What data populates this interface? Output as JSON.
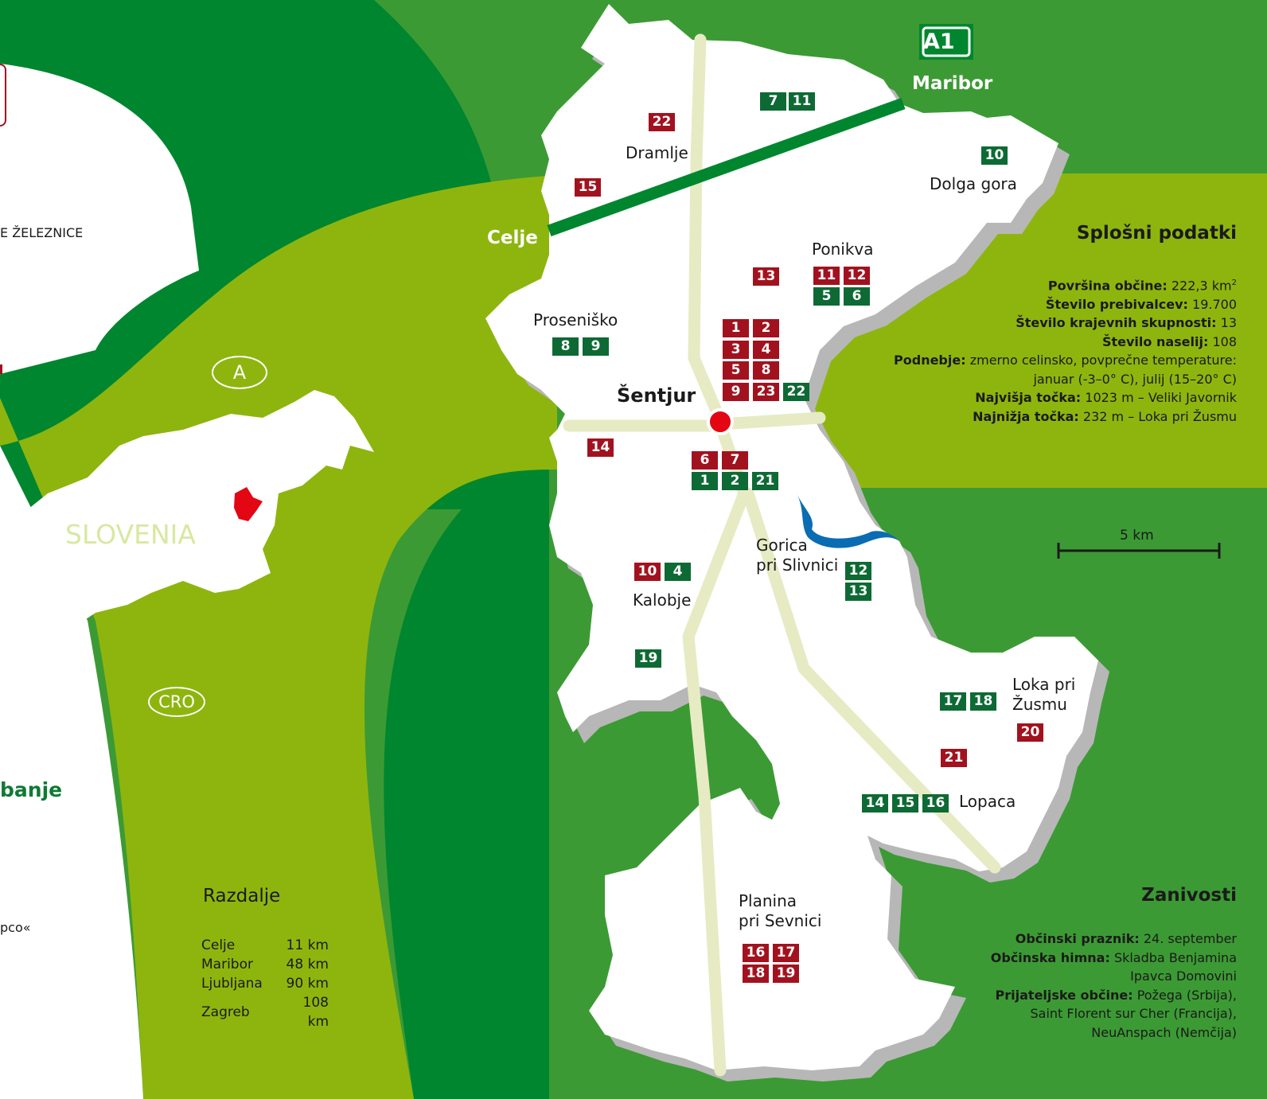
{
  "map": {
    "colors": {
      "white_panel": "#ffffff",
      "dark_green": "#00862f",
      "light_green": "#8eb50e",
      "mid_green": "#3c9a34",
      "road": "#e6ebc4",
      "highway": "#00862f",
      "town_dot": "#e30613",
      "red_badge": "#a2121e",
      "green_badge": "#0e6a34",
      "lake": "#0a6cb3"
    },
    "highway_sign": "A1",
    "cities": {
      "maribor": "Maribor",
      "celje": "Celje"
    },
    "center": "Šentjur",
    "towns": {
      "dramlje": "Dramlje",
      "dolga_gora": "Dolga gora",
      "ponikva": "Ponikva",
      "prosenisko": "Proseniško",
      "gorica_1": "Gorica",
      "gorica_2": "pri Slivnici",
      "kalobje": "Kalobje",
      "loka_1": "Loka pri",
      "loka_2": "Žusmu",
      "lopaca": "Lopaca",
      "planina_1": "Planina",
      "planina_2": "pri Sevnici"
    },
    "scale_label": "5 km",
    "inset": {
      "country": "SLOVENIA",
      "north": "A",
      "south": "CRO"
    },
    "badges": {
      "b7": "7",
      "b11": "11",
      "b22a": "22",
      "b15": "15",
      "b10": "10",
      "b13": "13",
      "b11r": "11",
      "b12r": "12",
      "b5g": "5",
      "b6g": "6",
      "b8g": "8",
      "b9g": "9",
      "c1": "1",
      "c2": "2",
      "c3": "3",
      "c4": "4",
      "c5": "5",
      "c8": "8",
      "c9": "9",
      "c23": "23",
      "c22": "22",
      "b14": "14",
      "d6": "6",
      "d7": "7",
      "d1": "1",
      "d2": "2",
      "d21": "21",
      "e10": "10",
      "e4": "4",
      "e12": "12",
      "e13": "13",
      "e19": "19",
      "f17": "17",
      "f18": "18",
      "f20": "20",
      "f21": "21",
      "g14": "14",
      "g15": "15",
      "g16": "16",
      "h16": "16",
      "h17": "17",
      "h18": "18",
      "h19": "19"
    }
  },
  "left_fragments": {
    "zeleznice": "E ŽELEZNICE",
    "banje": "banje",
    "pco": "рco«"
  },
  "general": {
    "title": "Splošni podatki",
    "area_label": "Površina občine:",
    "area_value": "222,3 km",
    "area_sup": "2",
    "pop_label": "Število prebivalcev:",
    "pop_value": "19.700",
    "kraj_label": "Število krajevnih skupnosti:",
    "kraj_value": "13",
    "nas_label": "Število naselij:",
    "nas_value": "108",
    "clim_label": "Podnebje:",
    "clim_value": "zmerno celinsko, povprečne temperature:",
    "clim_line2": "januar (-3–0° C), julij (15–20° C)",
    "high_label": "Najvišja točka:",
    "high_value": "1023 m – Veliki Javornik",
    "low_label": "Najnižja točka:",
    "low_value": "232 m – Loka pri Žusmu"
  },
  "interest": {
    "title": "Zanivosti",
    "holiday_label": "Občinski praznik:",
    "holiday_value": "24. september",
    "anthem_label": "Občinska himna:",
    "anthem_value": "Skladba Benjamina",
    "anthem_line2": "Ipavca Domovini",
    "friends_label": "Prijateljske občine:",
    "friends_value": "Požega (Srbija),",
    "friends_line2": "Saint Florent sur Cher (Francija),",
    "friends_line3": "NeuAnspach (Nemčija)"
  },
  "distances": {
    "title": "Razdalje",
    "rows": [
      {
        "city": "Celje",
        "km": "11 km"
      },
      {
        "city": "Maribor",
        "km": "48 km"
      },
      {
        "city": "Ljubljana",
        "km": "90 km"
      },
      {
        "city": "Zagreb",
        "km": "108 km"
      }
    ]
  }
}
